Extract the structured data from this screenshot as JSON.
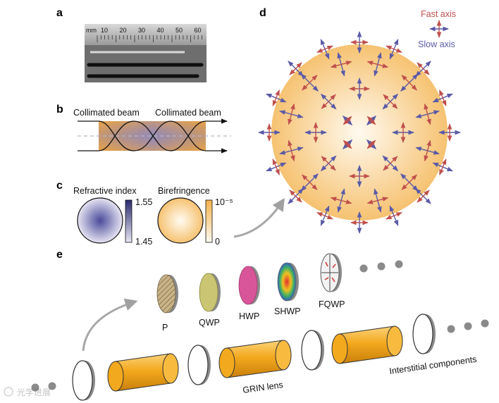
{
  "panels": {
    "a": "a",
    "b": "b",
    "c": "c",
    "d": "d",
    "e": "e"
  },
  "ruler": {
    "unit": "mm",
    "ticks": [
      "10",
      "20",
      "30",
      "40",
      "50",
      "60"
    ]
  },
  "panel_b": {
    "left_label": "Collimated beam",
    "right_label": "Collimated beam"
  },
  "panel_c": {
    "refractive_title": "Refractive index",
    "refractive_max": "1.55",
    "refractive_min": "1.45",
    "birefringence_title": "Birefringence",
    "birefringence_max": "10⁻⁵",
    "birefringence_min": "0"
  },
  "panel_d": {
    "fast_axis": "Fast axis",
    "slow_axis": "Slow axis"
  },
  "panel_e": {
    "components": [
      "P",
      "QWP",
      "HWP",
      "SHWP",
      "FQWP"
    ],
    "grin_label": "GRIN lens",
    "interstitial_label": "Interstitial components"
  },
  "colors": {
    "fast_axis": "#c0504d",
    "slow_axis": "#5a5aa8",
    "grin_orange": "#f0a020",
    "disk_center": "#fdf7ea",
    "disk_edge": "#f6c878",
    "refractive_center": "#4a4a9a"
  },
  "watermark": "光学进展"
}
